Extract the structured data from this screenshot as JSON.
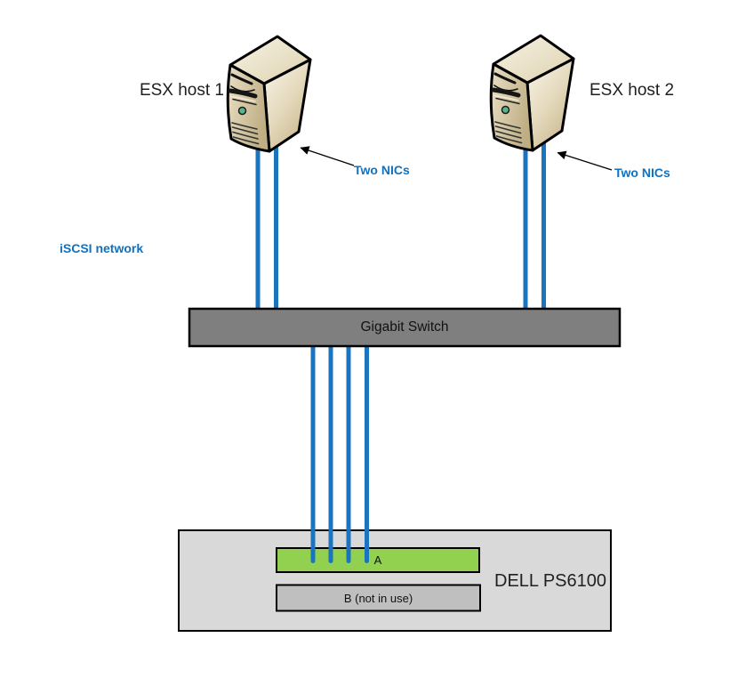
{
  "diagram": {
    "hosts": [
      {
        "label": "ESX host 1",
        "annotation": "Two NICs"
      },
      {
        "label": "ESX host 2",
        "annotation": "Two NICs"
      }
    ],
    "network_label": "iSCSI network",
    "switch": {
      "label": "Gigabit Switch"
    },
    "storage": {
      "label": "DELL PS6100",
      "controllers": [
        {
          "label": "A",
          "in_use": true
        },
        {
          "label": "B (not in use)",
          "in_use": false
        }
      ]
    },
    "connections": {
      "nics_per_host": 2,
      "switch_to_storage_links": 4
    }
  },
  "colors": {
    "background": "#FFFFFF",
    "connection_blue": "#1B74BE",
    "label_blue": "#0D72C2",
    "switch_fill": "#7F7F7F",
    "box_border": "#000000",
    "storage_box_fill": "#D9D9D9",
    "controller_a_fill": "#92D050",
    "controller_b_fill": "#BFBFBF",
    "arrow_black": "#000000"
  }
}
